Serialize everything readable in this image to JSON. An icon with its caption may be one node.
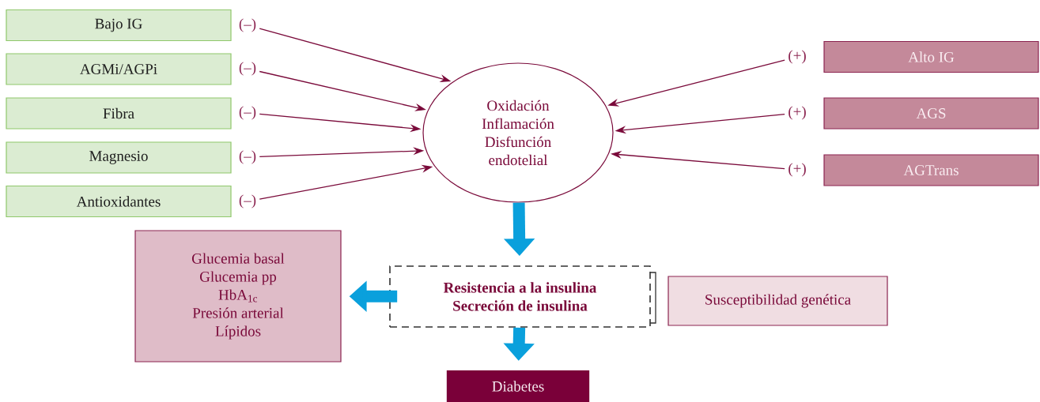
{
  "diagram": {
    "nodes": [
      {
        "text": [
          "Bajo IG"
        ],
        "beside": [
          "(–)"
        ]
      },
      {
        "text": [
          "AGMi/AGPi"
        ],
        "beside": [
          "(–)"
        ]
      },
      {
        "text": [
          "Fibra"
        ],
        "beside": [
          "(–)"
        ]
      },
      {
        "text": [
          "Magnesio"
        ],
        "beside": [
          "(–)"
        ]
      },
      {
        "text": [
          "Antioxidantes"
        ],
        "beside": [
          "(–)"
        ]
      },
      {
        "text": [
          "Alto IG"
        ],
        "beside": [
          "(+)"
        ]
      },
      {
        "text": [
          "AGS"
        ],
        "beside": [
          "(+)"
        ]
      },
      {
        "text": [
          "AGTrans"
        ],
        "beside": [
          "(+)"
        ]
      },
      {
        "text": [
          "Oxidación Inflamación Disfunción endotelial"
        ]
      },
      {
        "text": [
          "Glucemia basal",
          "Glucemia pp",
          "HbA$_{1c}$",
          "Presión arterial",
          "Lípidos"
        ]
      },
      {
        "text": [
          "Resistencia a la insulina",
          "Secreción de insulina"
        ]
      },
      {
        "text": [
          "Susceptibilidad genética"
        ]
      },
      {
        "text": [
          "Diabetes"
        ]
      }
    ],
    "edges": [
      {
        "from": 0,
        "to": 8,
        "arrow": "to"
      },
      {
        "from": 1,
        "to": 8,
        "arrow": "to"
      },
      {
        "from": 2,
        "to": 8,
        "arrow": "to"
      },
      {
        "from": 3,
        "to": 8,
        "arrow": "to"
      },
      {
        "from": 4,
        "to": 8,
        "arrow": "to"
      },
      {
        "from": 5,
        "to": 8,
        "arrow": "to"
      },
      {
        "from": 6,
        "to": 8,
        "arrow": "to"
      },
      {
        "from": 7,
        "to": 8,
        "arrow": "to"
      },
      {
        "from": 8,
        "to": 10,
        "arrow": "to",
        "style": "thick",
        "color": "#0aa0dc"
      },
      {
        "from": 10,
        "to": 9,
        "arrow": "to",
        "style": "thick",
        "color": "#0aa0dc"
      },
      {
        "from": 10,
        "to": 12,
        "arrow": "to",
        "style": "thick",
        "color": "#0aa0dc"
      }
    ]
  }
}
